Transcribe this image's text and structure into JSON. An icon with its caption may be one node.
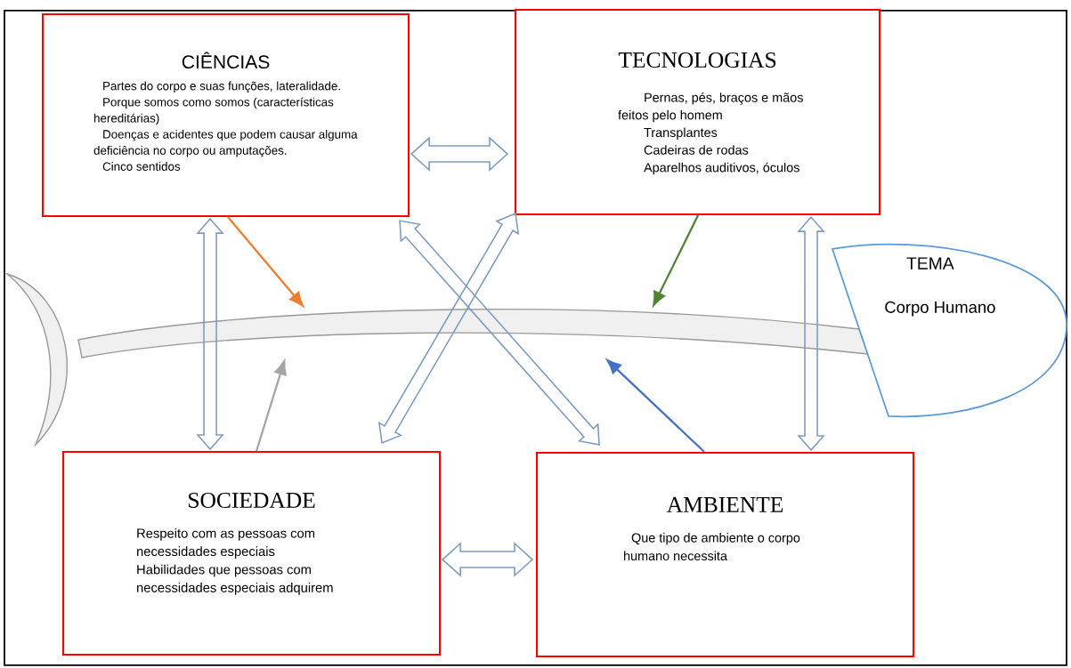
{
  "diagram": {
    "nodes": [
      {
        "text": [
          "CIÊNCIAS",
          "Partes do corpo e suas funções, lateralidade.",
          "Porque somos como somos (características hereditárias)",
          "Doenças e acidentes que podem causar alguma deficiência no corpo ou amputações.",
          "Cinco sentidos"
        ]
      },
      {
        "text": [
          "TECNOLOGIAS",
          "Pernas, pés, braços e mãos feitos pelo homem",
          "Transplantes",
          "Cadeiras de rodas",
          "Aparelhos auditivos, óculos"
        ]
      },
      {
        "text": [
          "SOCIEDADE",
          "Respeito com as pessoas com necessidades especiais",
          "Habilidades que pessoas com necessidades especiais adquirem"
        ]
      },
      {
        "text": [
          "AMBIENTE",
          "Que tipo de ambiente o corpo humano necessita"
        ]
      },
      {
        "text": [],
        "shape": "bar"
      },
      {
        "text": [
          "TEMA",
          "Corpo Humano"
        ]
      }
    ],
    "edges": [
      {
        "from": 0,
        "to": 1,
        "arrow": "both",
        "style": "thick"
      },
      {
        "from": 0,
        "to": 2,
        "arrow": "both",
        "style": "thick"
      },
      {
        "from": 1,
        "to": 3,
        "arrow": "both",
        "style": "thick"
      },
      {
        "from": 2,
        "to": 3,
        "arrow": "both",
        "style": "thick"
      },
      {
        "from": 0,
        "to": 3,
        "arrow": "both",
        "style": "thick"
      },
      {
        "from": 1,
        "to": 2,
        "arrow": "both",
        "style": "thick"
      },
      {
        "from": 0,
        "to": 4,
        "arrow": "to",
        "color": "#ed7d31"
      },
      {
        "from": 1,
        "to": 4,
        "arrow": "to",
        "color": "#548235"
      },
      {
        "from": 2,
        "to": 4,
        "arrow": "to",
        "color": "#a5a5a5"
      },
      {
        "from": 3,
        "to": 4,
        "arrow": "to",
        "color": "#4472c4"
      }
    ]
  }
}
